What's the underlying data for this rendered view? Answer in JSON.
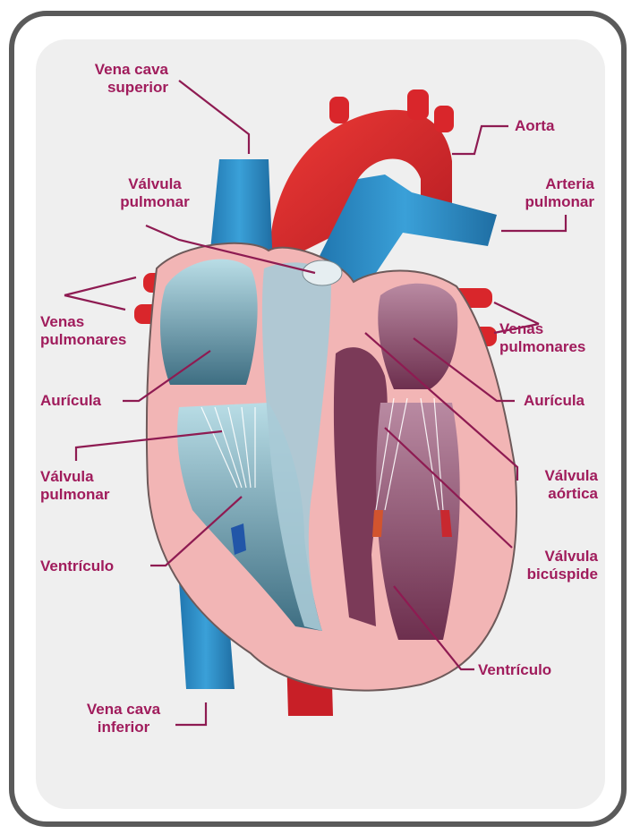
{
  "labels": {
    "vena_cava_superior": "Vena cava\nsuperior",
    "valvula_pulmonar_top": "Válvula\npulmonar",
    "aorta": "Aorta",
    "arteria_pulmonar": "Arteria\npulmonar",
    "venas_pulmonares_left": "Venas\npulmonares",
    "venas_pulmonares_right": "Venas\npulmonares",
    "auricula_left": "Aurícula",
    "auricula_right": "Aurícula",
    "valvula_pulmonar_left": "Válvula\npulmonar",
    "valvula_aortica": "Válvula\naórtica",
    "ventriculo_left": "Ventrículo",
    "valvula_bicuspide": "Válvula\nbicúspide",
    "ventriculo_right": "Ventrículo",
    "vena_cava_inferior": "Vena cava\ninferior"
  },
  "colors": {
    "label": "#a01c5c",
    "leader": "#8e1b52",
    "frame": "#5a5a5a",
    "background": "#efefef",
    "vein_blue": "#2f8fc8",
    "artery_red": "#d9262b",
    "wall_pink": "#f2b5b5",
    "left_chamber_teal": "#8fbfcf",
    "right_chamber_purple": "#8a4a6a"
  }
}
